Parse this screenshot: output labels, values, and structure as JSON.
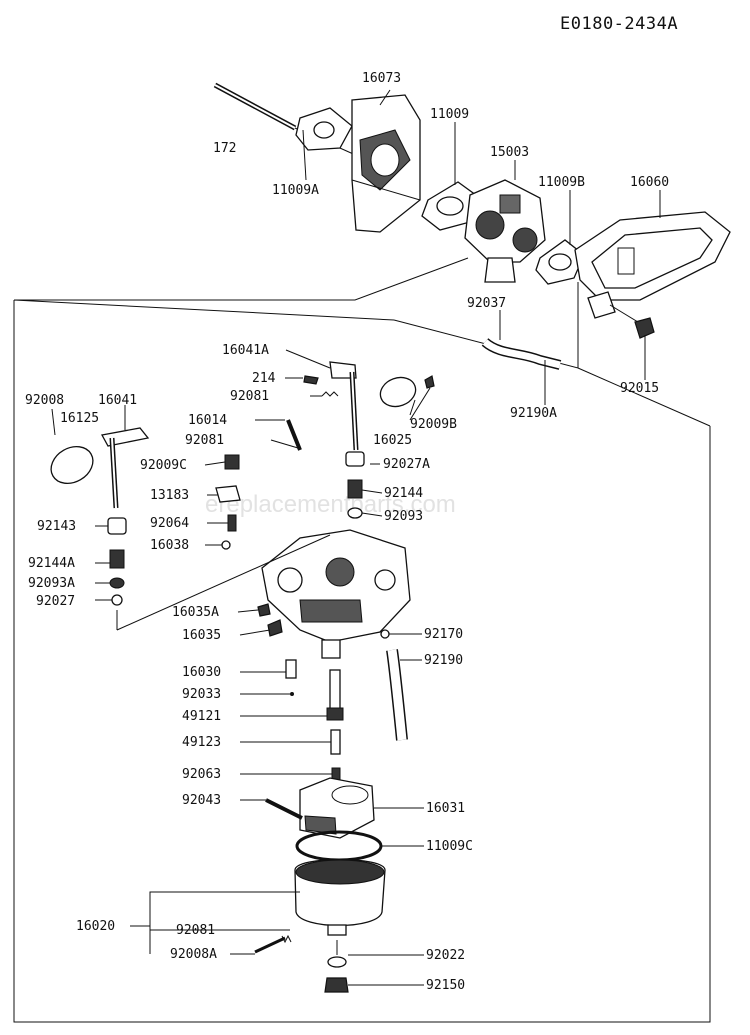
{
  "diagram_code": "E0180-2434A",
  "watermark": "ereplacementparts.com",
  "parts": {
    "p172": "172",
    "p16073": "16073",
    "p11009": "11009",
    "p11009A": "11009A",
    "p15003": "15003",
    "p11009B": "11009B",
    "p16060": "16060",
    "p92037": "92037",
    "p92015": "92015",
    "p92190A": "92190A",
    "p16041A": "16041A",
    "p214": "214",
    "p92081a": "92081",
    "p92008": "92008",
    "p16041": "16041",
    "p16125": "16125",
    "p16014": "16014",
    "p92081b": "92081",
    "p92009B": "92009B",
    "p16025": "16025",
    "p92009C": "92009C",
    "p92027A": "92027A",
    "p13183": "13183",
    "p92144": "92144",
    "p92093": "92093",
    "p92143": "92143",
    "p92064": "92064",
    "p16038": "16038",
    "p92144A": "92144A",
    "p92093A": "92093A",
    "p92027": "92027",
    "p16035A": "16035A",
    "p16035": "16035",
    "p92170": "92170",
    "p92190": "92190",
    "p16030": "16030",
    "p92033": "92033",
    "p49121": "49121",
    "p49123": "49123",
    "p92063": "92063",
    "p92043": "92043",
    "p16031": "16031",
    "p11009C": "11009C",
    "p16020": "16020",
    "p92081c": "92081",
    "p92008A": "92008A",
    "p92022": "92022",
    "p92150": "92150"
  }
}
